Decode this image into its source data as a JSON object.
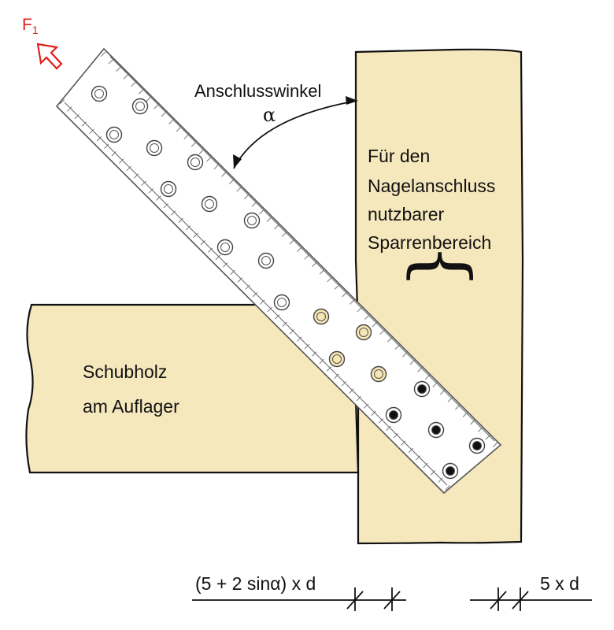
{
  "diagram": {
    "force_label": "F",
    "force_subscript": "1",
    "angle_caption": "Anschlusswinkel",
    "angle_symbol": "α",
    "rafter_caption_lines": [
      "Für den",
      "Nagelanschluss",
      "nutzbarer",
      "Sparrenbereich"
    ],
    "block_caption_lines": [
      "Schubholz",
      "am Auflager"
    ],
    "brace_glyph": "}",
    "dim_left": "(5 + 2 sinα) x d",
    "dim_right": "5 x d",
    "colors": {
      "wood": "#f5e8bd",
      "outline": "#111111",
      "strap": "#ffffff",
      "force_arrow": "#e0201c",
      "nail_filled": "#111111",
      "hole_shaded": "#f5e6b4"
    },
    "hole_rows": {
      "open": 11,
      "shaded": 4,
      "nailed": 5
    }
  }
}
